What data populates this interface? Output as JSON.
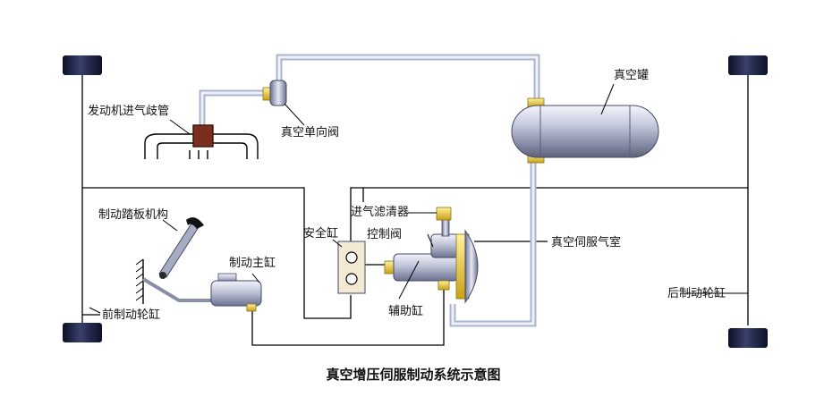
{
  "colors": {
    "background": "#ffffff",
    "line": "#000000",
    "vacuum_tube": "#b8c2d6",
    "vacuum_tube_inner": "#e9edf5",
    "metal_light": "#e6e8f2",
    "metal_dark": "#6f7690",
    "brass": "#e3c22b",
    "wheel": "#0d1230",
    "check_block": "#7a2e1e",
    "pedal": "#3f3f3f"
  },
  "icons": [
    "wheel-icon",
    "tank-icon",
    "check-valve-icon",
    "manifold-icon",
    "pedal-icon",
    "master-cylinder-icon",
    "servo-chamber-icon",
    "safety-cylinder-icon",
    "filter-icon"
  ],
  "labels": {
    "vacuum_tank": "真空罐",
    "intake_manifold": "发动机进气歧管",
    "vacuum_check_valve": "真空单向阀",
    "intake_filter": "进气滤清器",
    "control_valve": "控制阀",
    "vacuum_servo_chamber": "真空伺服气室",
    "brake_pedal_mechanism": "制动踏板机构",
    "safety_cylinder": "安全缸",
    "master_cylinder": "制动主缸",
    "front_wheel_cylinder": "前制动轮缸",
    "auxiliary_cylinder": "辅助缸",
    "rear_wheel_cylinder": "后制动轮缸"
  },
  "caption": "真空增压伺服制动系统示意图"
}
